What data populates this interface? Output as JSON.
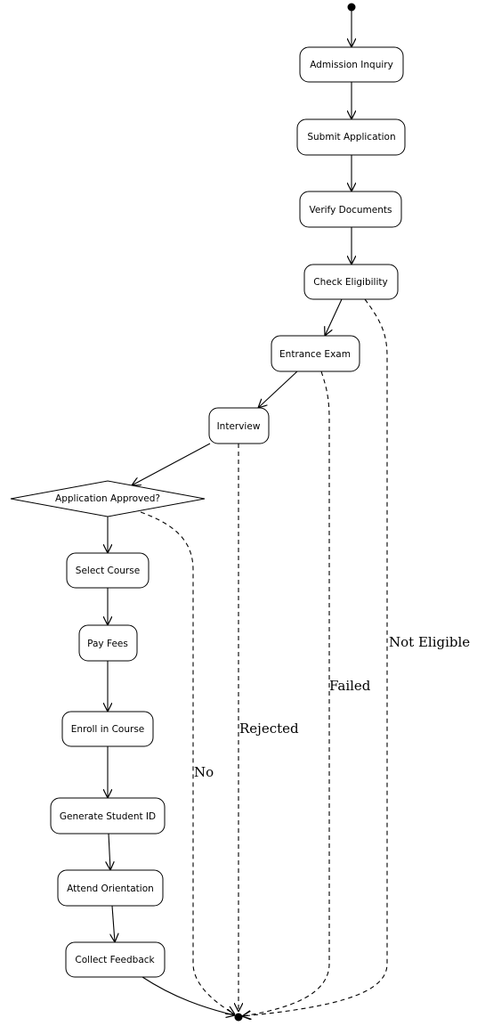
{
  "diagram": {
    "nodes": [
      {
        "id": "admission_inquiry",
        "label": "Admission Inquiry"
      },
      {
        "id": "submit_application",
        "label": "Submit Application"
      },
      {
        "id": "verify_documents",
        "label": "Verify Documents"
      },
      {
        "id": "check_eligibility",
        "label": "Check Eligibility"
      },
      {
        "id": "entrance_exam",
        "label": "Entrance Exam"
      },
      {
        "id": "interview",
        "label": "Interview"
      },
      {
        "id": "application_approved",
        "label": "Application Approved?"
      },
      {
        "id": "select_course",
        "label": "Select Course"
      },
      {
        "id": "pay_fees",
        "label": "Pay Fees"
      },
      {
        "id": "enroll_in_course",
        "label": "Enroll in Course"
      },
      {
        "id": "generate_student_id",
        "label": "Generate Student ID"
      },
      {
        "id": "attend_orientation",
        "label": "Attend Orientation"
      },
      {
        "id": "collect_feedback",
        "label": "Collect Feedback"
      }
    ],
    "edge_labels": {
      "not_eligible": "Not Eligible",
      "failed": "Failed",
      "rejected": "Rejected",
      "no": "No"
    }
  }
}
